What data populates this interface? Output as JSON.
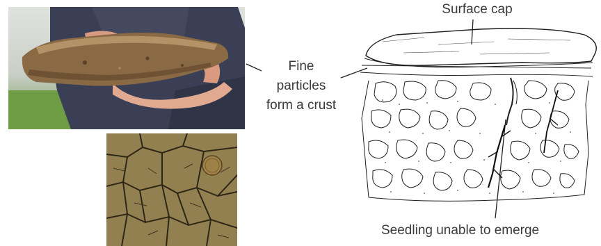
{
  "labels": {
    "fine_particles": "Fine particles form a crust",
    "surface_cap": "Surface cap",
    "seedling": "Seedling unable to emerge"
  },
  "images": {
    "top_left": "photo of hands holding a slab of soil crust",
    "bottom_left": "photo of cracked dry soil surface with a coin",
    "right": "line drawing of soil cross-section with surface cap"
  },
  "colors": {
    "label_text": "#3a3a3a",
    "leader_line": "#222222",
    "soil_crust": "#8a6a45",
    "cracked_soil": "#8d7a4a"
  }
}
